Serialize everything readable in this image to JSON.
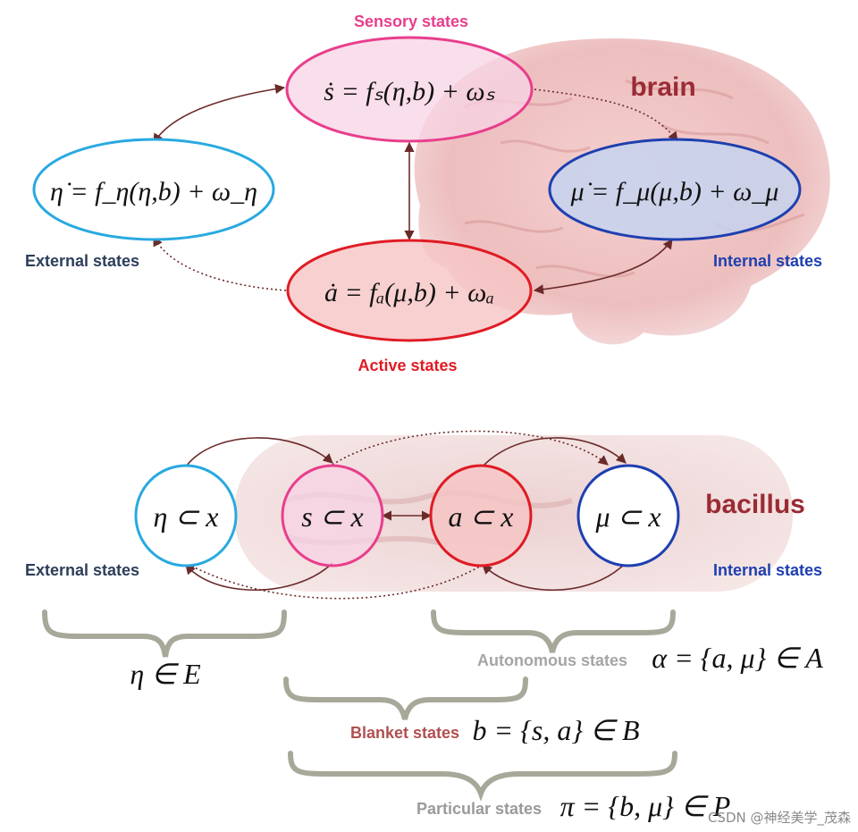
{
  "top": {
    "title_sensory": "Sensory states",
    "title_active": "Active states",
    "label_external": "External states",
    "label_internal": "Internal states",
    "organism": "brain",
    "eq_sensory": "ṡ = fₛ(η,b) + ωₛ",
    "eq_external": "η̇ = f_η(η,b) + ω_η",
    "eq_active": "ȧ = fₐ(μ,b) + ωₐ",
    "eq_internal": "μ̇ = f_μ(μ,b) + ω_μ"
  },
  "bottom": {
    "organism": "bacillus",
    "label_external": "External states",
    "label_internal": "Internal states",
    "node_eta": "η ⊂ x",
    "node_s": "s ⊂ x",
    "node_a": "a ⊂ x",
    "node_mu": "μ ⊂ x",
    "eta_set": "η ∈ E",
    "autonomous_label": "Autonomous states",
    "autonomous_eq": "α = {a, μ} ∈ A",
    "blanket_label": "Blanket states",
    "blanket_eq": "b = {s, a} ∈ B",
    "particular_label": "Particular states",
    "particular_eq": "π = {b, μ} ∈ P"
  },
  "watermark": "CSDN @神经美学_茂森",
  "colors": {
    "sensory": "#e83e8c",
    "external": "#29a9e0",
    "active": "#e01b24",
    "internal": "#1e3fb0",
    "organism_text": "#9a2b34",
    "arrow": "#6b2a2a",
    "label_dark": "#2c3e5a",
    "brace": "#a8a89a"
  }
}
